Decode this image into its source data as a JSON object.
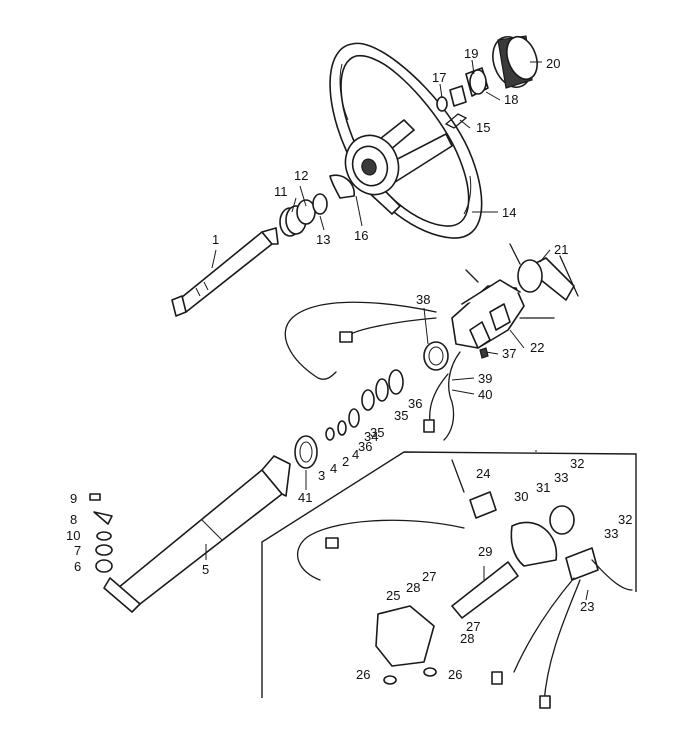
{
  "callouts": {
    "c1": "1",
    "c2": "2",
    "c3": "3",
    "c4a": "4",
    "c4b": "4",
    "c5": "5",
    "c6": "6",
    "c7": "7",
    "c8": "8",
    "c9": "9",
    "c10": "10",
    "c11": "11",
    "c12": "12",
    "c13": "13",
    "c14": "14",
    "c15": "15",
    "c16": "16",
    "c17": "17",
    "c18": "18",
    "c19": "19",
    "c20": "20",
    "c21": "21",
    "c22": "22",
    "c23": "23",
    "c24": "24",
    "c25": "25",
    "c26a": "26",
    "c26b": "26",
    "c27a": "27",
    "c27b": "27",
    "c28a": "28",
    "c28b": "28",
    "c29": "29",
    "c30": "30",
    "c31": "31",
    "c32a": "32",
    "c32b": "32",
    "c33a": "33",
    "c33b": "33",
    "c34": "34",
    "c35a": "35",
    "c35b": "35",
    "c36a": "36",
    "c36b": "36",
    "c37": "37",
    "c38": "38",
    "c39": "39",
    "c40": "40",
    "c41": "41"
  }
}
